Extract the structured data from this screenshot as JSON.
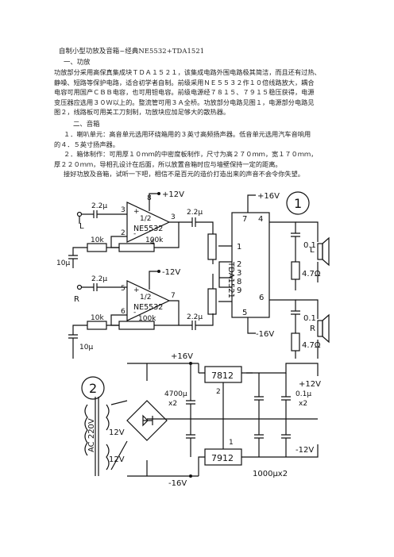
{
  "doc": {
    "title": "自制小型功放及音箱~经典NE5532+TDA1521",
    "section1_heading": "一、功放",
    "section1_lines": [
      "功放部分采用高保真集成块ＴＤＡ１５２１，该集成电路外围电路极其简洁，而且还有过热、",
      "静噪、短路等保护电路，适合初学者自制。前级采用ＮＥ５５３２作１０倍线路放大，耦合",
      "电容可用国产ＣＢＢ电容，也可用钽电容。前级电源经７８１５、７９１５稳压获得，电源",
      "变压器应选用３０Ｗ以上的。整流管可用３Ａ全桥。功放部分电路见图１，电源部分电路见",
      "图２，线路板可用美工刀刻制，功放块应加足够大的散热器。"
    ],
    "section2_heading": "二、音箱",
    "section2_lines": [
      "１．喇叭单元：高音单元选用环绕箱用的３英寸高频扬声器。低音单元选用汽车音响用",
      "的４．５英寸扬声器。",
      "２．箱体制作：可用厚１０ｍｍ的中密度板制作，尺寸为高２７０ｍｍ，宽１７０ｍｍ，",
      "厚２２０ｍｍ，导相孔设计在后面，所以放置音箱时应与墙壁保持一定的距离。",
      "接好功放及音箱，试听一下吧，相信不是百元的造价打造出来的声音不会令你失望。"
    ]
  },
  "fig1": {
    "number": "1",
    "c_in_top": "2.2μ",
    "c_in_bottom": "2.2μ",
    "pin3": "3",
    "pin2": "2",
    "pin5": "5",
    "pin6": "6",
    "pin7": "7",
    "pin8": "8",
    "pin4": "4",
    "opamp_top_label_a": "1/2",
    "opamp_top_label_b": "NE5532",
    "opamp_bot_label_a": "1/2",
    "opamp_bot_label_b": "NE5532",
    "plus12": "+12V",
    "minus12": "-12V",
    "r10k_top": "10k",
    "r100k_top": "100k",
    "r10k_bot": "10k",
    "r100k_bot": "100k",
    "c10u_top": "10μ",
    "c10u_bot": "10μ",
    "c_out_top": "2.2μ",
    "c_out_bot": "2.2μ",
    "input_L": "L",
    "input_R": "R",
    "chip": "TDA1521",
    "chip_pin7": "7",
    "chip_pin4": "4",
    "chip_pin1": "1",
    "chip_pin2": "2",
    "chip_pin3": "3",
    "chip_pin8": "8",
    "chip_pin9": "9",
    "chip_pin6": "6",
    "chip_pin5": "5",
    "plus16": "+16V",
    "minus16": "-16V",
    "c01_top": "0.1",
    "r47_top": "4.7Ω",
    "c01_bot": "0.1",
    "r47_bot": "4.7Ω",
    "spk_L": "L",
    "spk_R": "R"
  },
  "fig2": {
    "number": "2",
    "plus16": "+16V",
    "minus16": "-16V",
    "reg_top": "7812",
    "reg_bot": "7912",
    "reg_top_pin": "2",
    "reg_bot_pin": "1",
    "c4700_a": "4700μ",
    "c4700_b": "x2",
    "c01_a": "0.1μ",
    "c01_b": "x2",
    "c1000": "1000μx2",
    "plus12": "+12V",
    "minus12": "-12V",
    "ac": "AC 220V",
    "v12_top": "12V",
    "v12_bot": "12V"
  }
}
